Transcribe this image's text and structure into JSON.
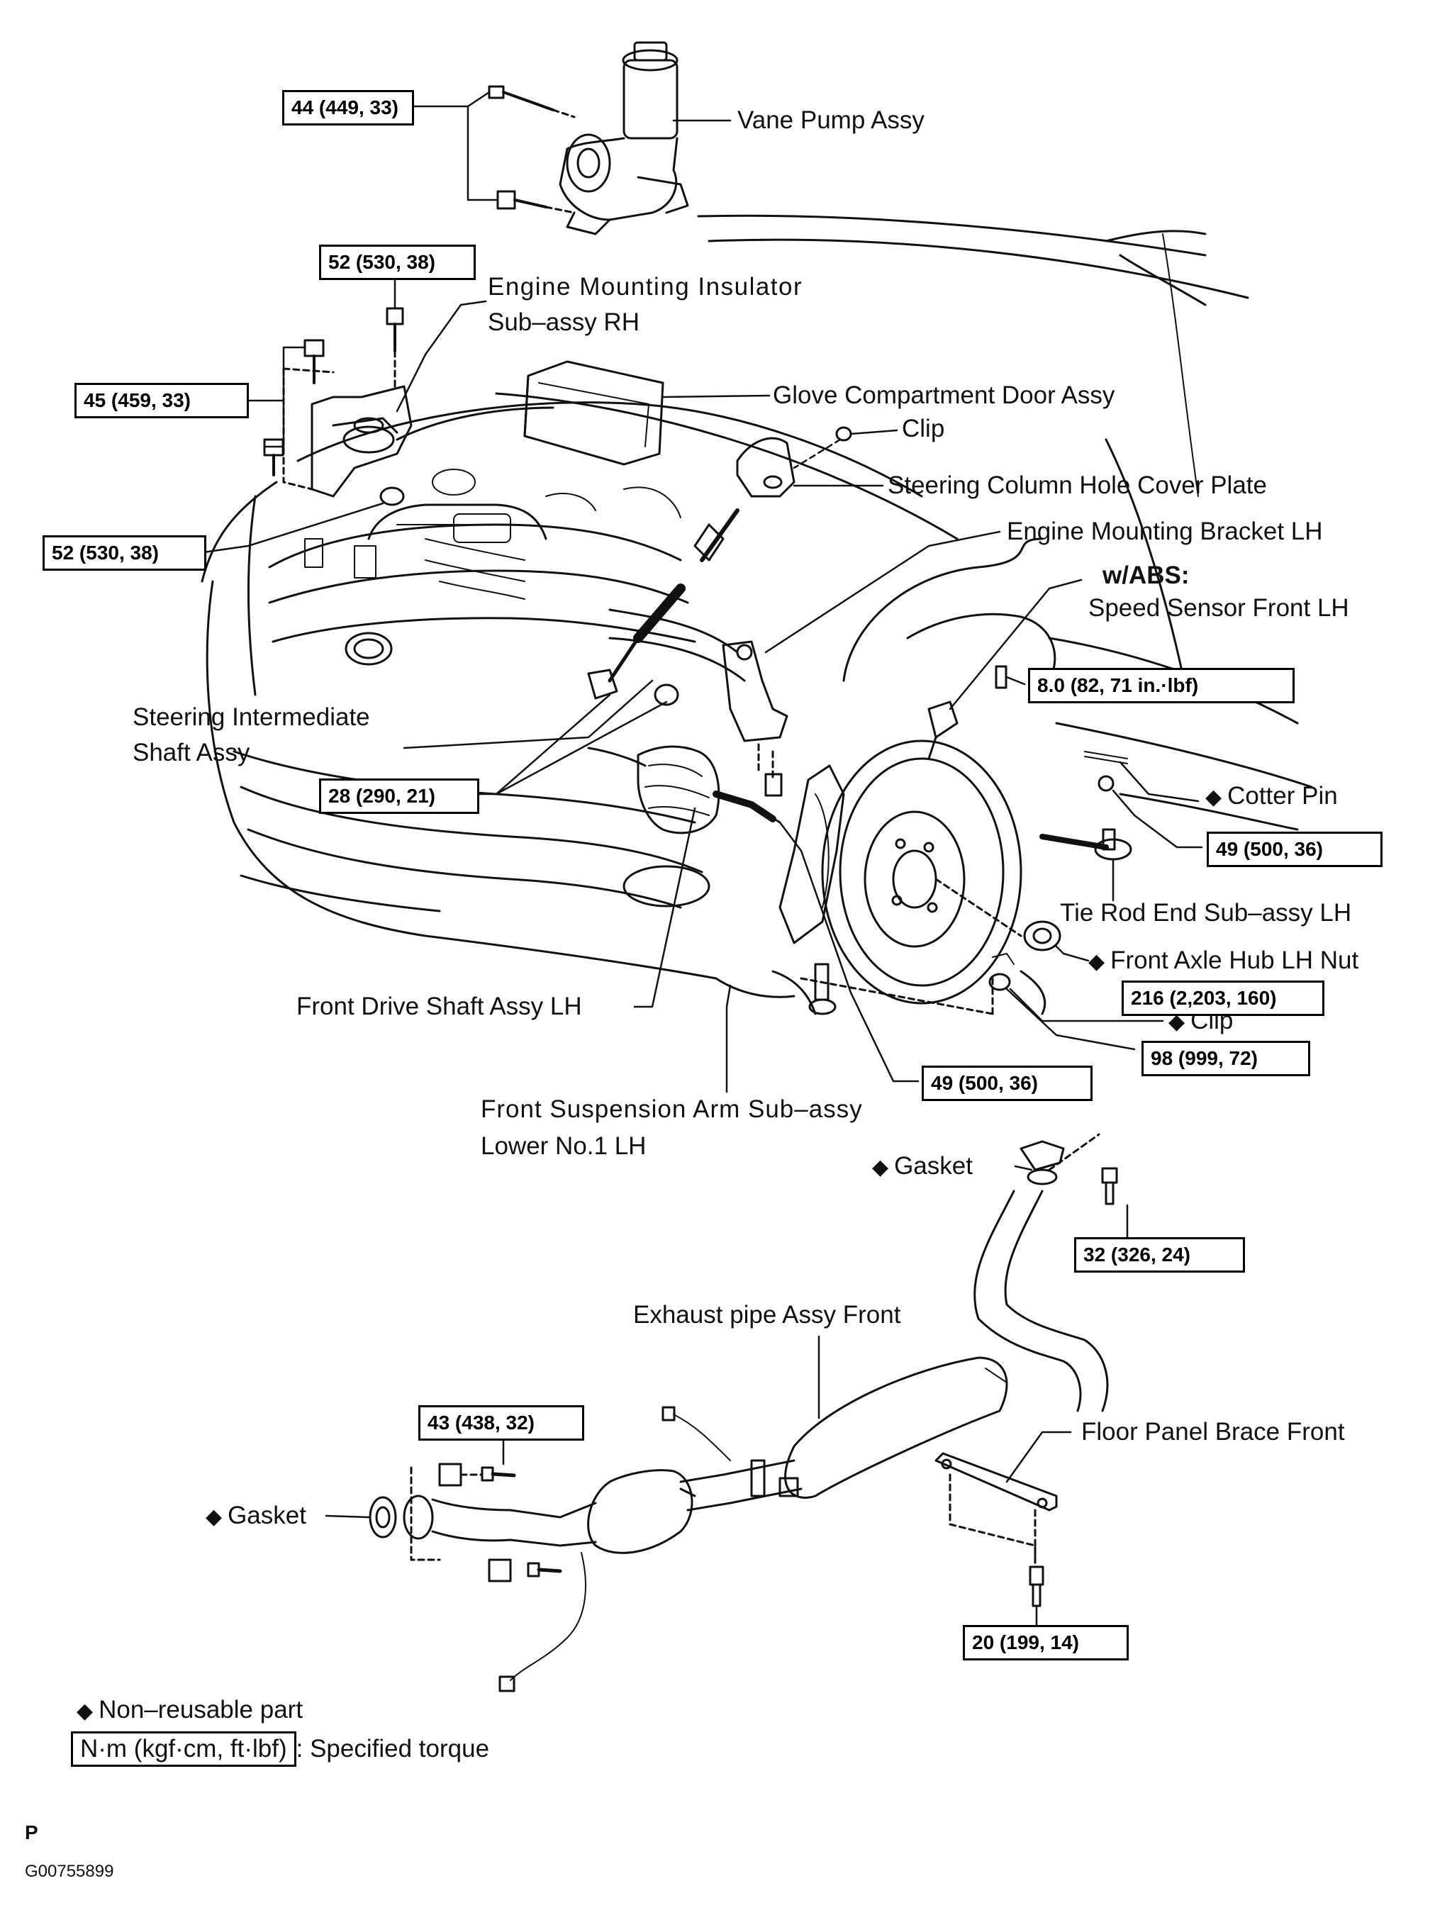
{
  "labels": {
    "vane_pump": "Vane Pump Assy",
    "engine_mount_insulator_1": "Engine Mounting Insulator",
    "engine_mount_insulator_2": "Sub–assy RH",
    "glove_door": "Glove Compartment Door Assy",
    "clip_top": "Clip",
    "steering_cover": "Steering Column Hole Cover Plate",
    "engine_bracket_lh": "Engine Mounting Bracket LH",
    "wabs": "w/ABS:",
    "speed_sensor": "Speed Sensor Front LH",
    "steering_shaft_1": "Steering  Intermediate",
    "steering_shaft_2": "Shaft Assy",
    "cotter_pin": "Cotter Pin",
    "tie_rod": "Tie Rod End Sub–assy LH",
    "axle_nut": "Front Axle Hub LH Nut",
    "clip_lower": "Clip",
    "drive_shaft": "Front Drive Shaft Assy LH",
    "susp_arm_1": "Front Suspension Arm Sub–assy",
    "susp_arm_2": "Lower No.1 LH",
    "gasket_top": "Gasket",
    "exhaust_pipe": "Exhaust pipe Assy Front",
    "floor_brace": "Floor Panel Brace Front",
    "gasket_left": "Gasket"
  },
  "torques": {
    "t44": "44 (449, 33)",
    "t52a": "52 (530, 38)",
    "t45": "45 (459, 33)",
    "t52b": "52 (530, 38)",
    "t8": "8.0 (82, 71 in.·lbf)",
    "t28": "28 (290, 21)",
    "t49a": "49 (500, 36)",
    "t216": "216 (2,203, 160)",
    "t98": "98 (999, 72)",
    "t49b": "49 (500, 36)",
    "t32": "32 (326, 24)",
    "t43": "43 (438, 32)",
    "t20": "20 (199, 14)"
  },
  "legend": {
    "non_reusable": "Non–reusable part",
    "torque_unit": "N·m (kgf·cm, ft·lbf)",
    "torque_desc": ": Specified torque",
    "diamond": "◆"
  },
  "footer": {
    "page_letter": "P",
    "figure_id": "G00755899"
  }
}
